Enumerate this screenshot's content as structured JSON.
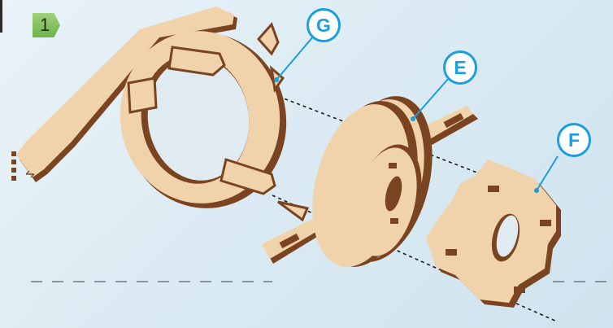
{
  "step": {
    "number": "1"
  },
  "callouts": {
    "g": "G",
    "e": "E",
    "f": "F"
  },
  "colors": {
    "callout": "#1a9ee0",
    "badge": "#7cc052",
    "wood": "#f0d2ab",
    "wood_edge": "#7a4420"
  },
  "parts": [
    "lever-arm",
    "gear-ring",
    "wheel-e",
    "star-disc-f"
  ]
}
